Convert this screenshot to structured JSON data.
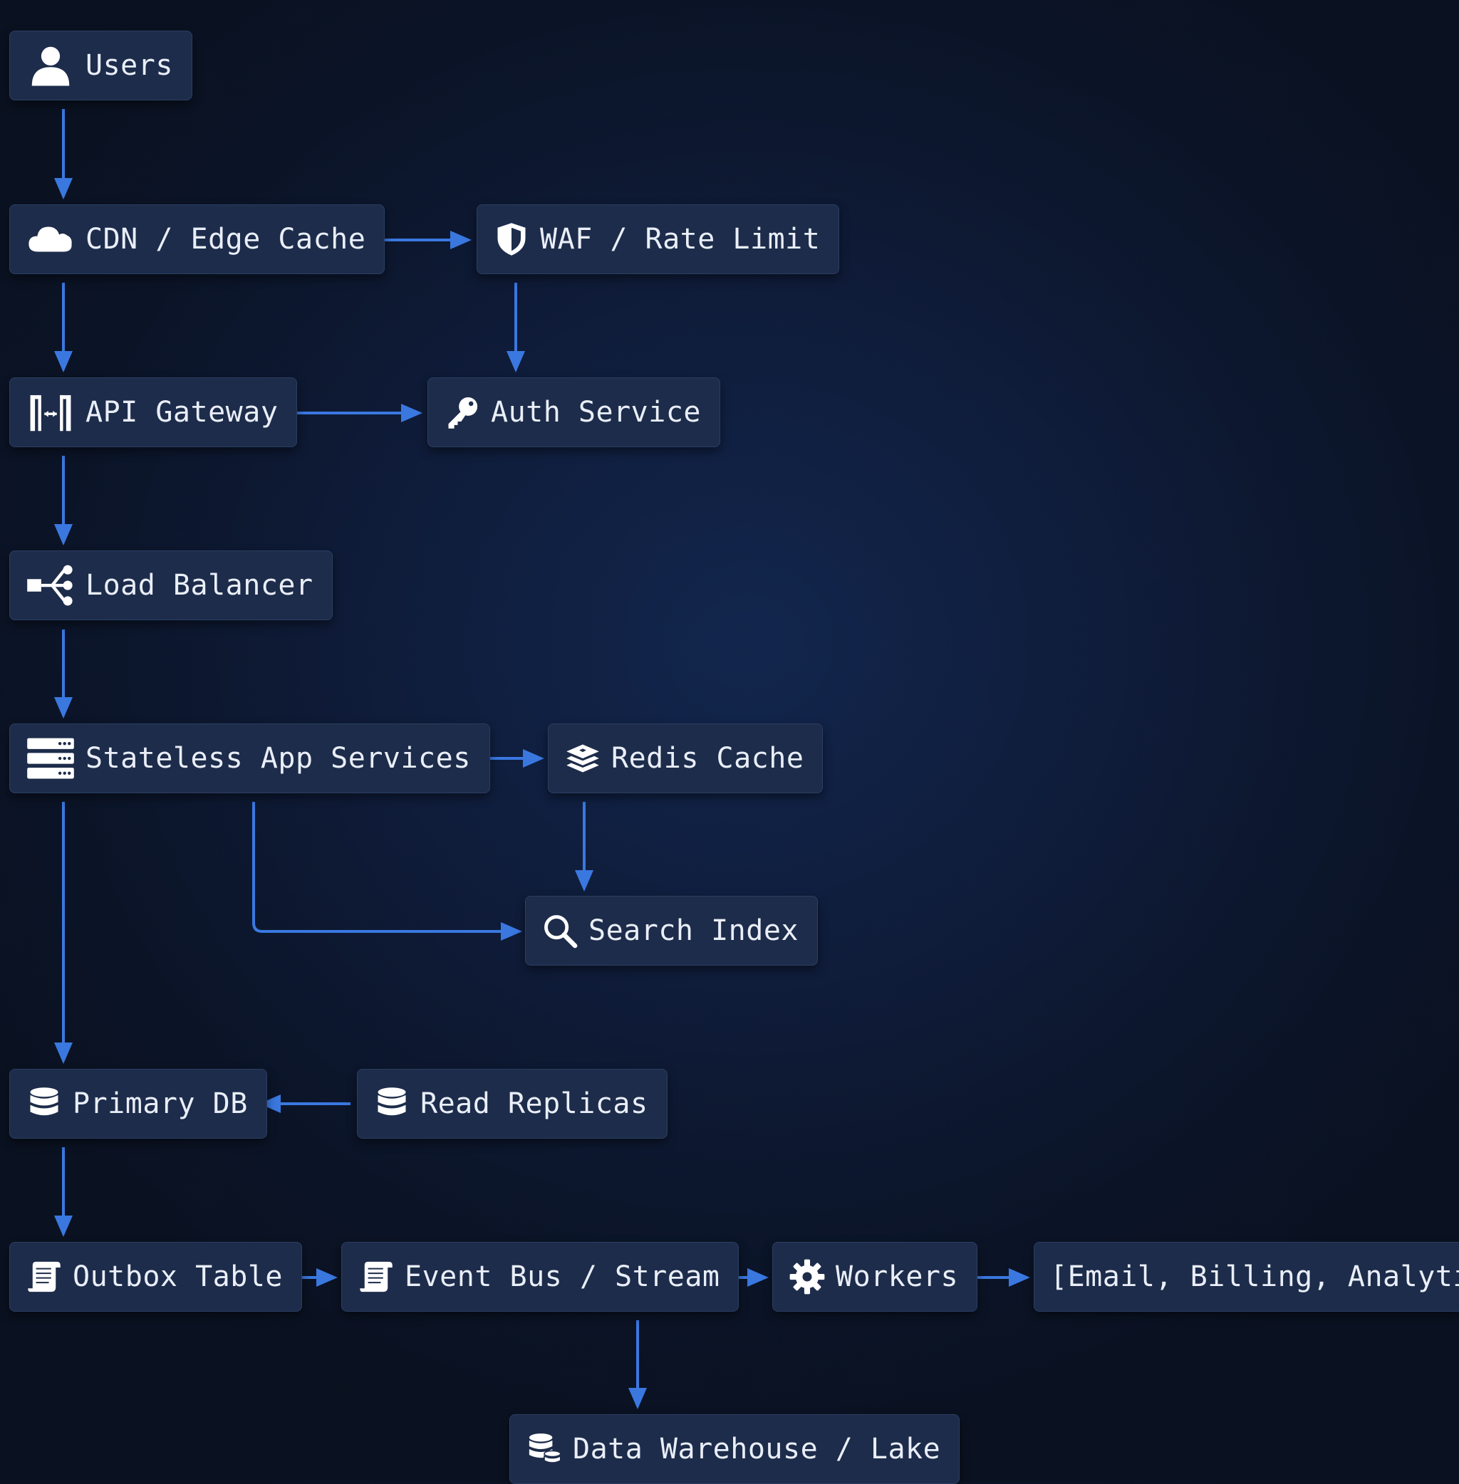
{
  "colors": {
    "background": "#0f1c3a",
    "node_fill": "#1d2c4a",
    "node_border": "#2b3f63",
    "arrow": "#3a78e0",
    "text": "#e9eef8",
    "icon": "#ffffff"
  },
  "nodes": {
    "users": {
      "label": "Users",
      "icon": "user-icon"
    },
    "cdn": {
      "label": "CDN / Edge Cache",
      "icon": "cloud-icon"
    },
    "waf": {
      "label": "WAF / Rate Limit",
      "icon": "shield-icon"
    },
    "gateway": {
      "label": "API Gateway",
      "icon": "gateway-icon"
    },
    "auth": {
      "label": "Auth Service",
      "icon": "key-icon"
    },
    "lb": {
      "label": "Load Balancer",
      "icon": "load-balancer-icon"
    },
    "app": {
      "label": "Stateless App Services",
      "icon": "server-stack-icon"
    },
    "redis": {
      "label": "Redis Cache",
      "icon": "layers-icon"
    },
    "search": {
      "label": "Search Index",
      "icon": "search-icon"
    },
    "primary": {
      "label": "Primary DB",
      "icon": "database-icon"
    },
    "replicas": {
      "label": "Read Replicas",
      "icon": "database-icon"
    },
    "outbox": {
      "label": "Outbox Table",
      "icon": "scroll-icon"
    },
    "eventbus": {
      "label": "Event Bus / Stream",
      "icon": "scroll-icon"
    },
    "workers": {
      "label": "Workers",
      "icon": "gear-icon"
    },
    "consumers": {
      "label": "[Email, Billing, Analytics]",
      "icon": ""
    },
    "warehouse": {
      "label": "Data Warehouse / Lake",
      "icon": "database-stack-icon"
    }
  },
  "edges": [
    {
      "from": "users",
      "to": "cdn"
    },
    {
      "from": "cdn",
      "to": "waf"
    },
    {
      "from": "cdn",
      "to": "gateway"
    },
    {
      "from": "waf",
      "to": "auth"
    },
    {
      "from": "gateway",
      "to": "auth"
    },
    {
      "from": "gateway",
      "to": "lb"
    },
    {
      "from": "lb",
      "to": "app"
    },
    {
      "from": "app",
      "to": "redis"
    },
    {
      "from": "redis",
      "to": "search"
    },
    {
      "from": "app",
      "to": "search"
    },
    {
      "from": "app",
      "to": "primary"
    },
    {
      "from": "replicas",
      "to": "primary"
    },
    {
      "from": "primary",
      "to": "outbox"
    },
    {
      "from": "outbox",
      "to": "eventbus"
    },
    {
      "from": "eventbus",
      "to": "workers"
    },
    {
      "from": "workers",
      "to": "consumers"
    },
    {
      "from": "eventbus",
      "to": "warehouse"
    }
  ]
}
